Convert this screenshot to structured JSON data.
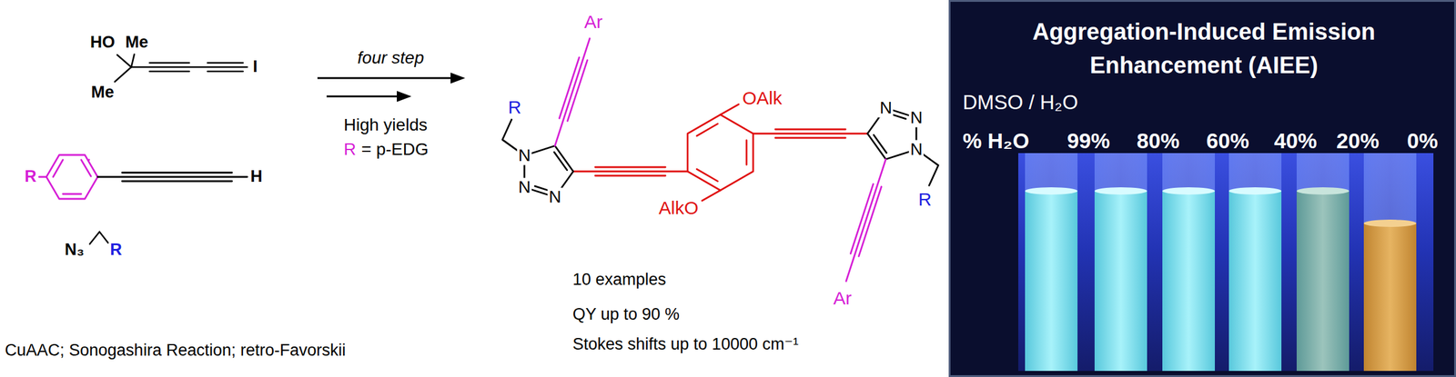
{
  "diagram": {
    "nodes": [
      {
        "text": [
          "Aggregation-Induced Emission Enhancement (AIEE)",
          "DMSO / H₂O",
          "% H₂O",
          "99%",
          "80%",
          "60%",
          "40%",
          "20%",
          "0%"
        ]
      }
    ],
    "labels": [
      "HO",
      "Me",
      "Me",
      "I",
      "R",
      "H",
      "N₃",
      "R",
      "four step",
      "High yields",
      "R",
      "= p-EDG",
      "CuAAC; Sonogashira Reaction; retro-Favorskii",
      "Ar",
      "R",
      "N",
      "N",
      "N",
      "OAlk",
      "AlkO",
      "N",
      "N",
      "N",
      "R",
      "Ar",
      "10 examples",
      "QY up to 90 %",
      "Stokes shifts up to 10000 cm⁻¹"
    ]
  }
}
